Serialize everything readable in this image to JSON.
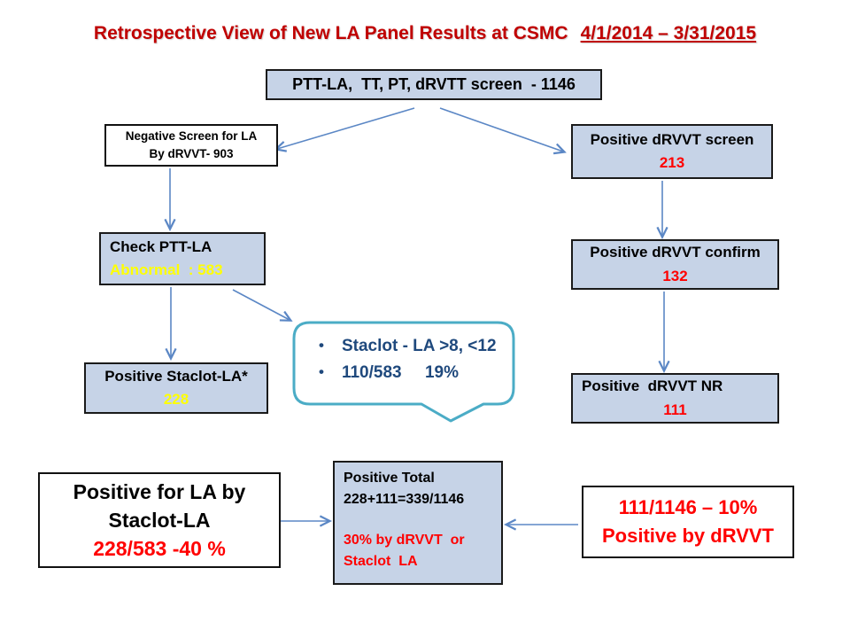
{
  "slide": {
    "title_main": "Retrospective View of New LA Panel Results at CSMC",
    "title_dates": "4/1/2014 – 3/31/2015"
  },
  "boxes": {
    "screen_total": {
      "label": "PTT-LA,  TT, PT, dRVTT screen  - 1146"
    },
    "negative_screen": {
      "line1": "Negative Screen for LA",
      "line2": "By dRVVT- 903"
    },
    "positive_drvvt_screen": {
      "label": "Positive dRVVT screen",
      "value": "213"
    },
    "check_ptt_la": {
      "label": "Check PTT-LA",
      "value": "Abnormal  : 583"
    },
    "positive_staclot": {
      "label": "Positive Staclot-LA*",
      "value": "228"
    },
    "positive_drvvt_confirm": {
      "label": "Positive dRVVT confirm",
      "value": "132"
    },
    "positive_drvvt_nr": {
      "label": "Positive  dRVVT NR",
      "value": "111"
    },
    "staclot_summary": {
      "line1": "Positive for LA by",
      "line2": "Staclot-LA",
      "value": "228/583 -40 %"
    },
    "total_summary": {
      "line1": "Positive Total",
      "line2": "228+111=339/1146",
      "line3": "30% by dRVVT  or",
      "line4": "Staclot  LA"
    },
    "drvvt_summary": {
      "line1": "111/1146 – 10%",
      "line2": "Positive by dRVVT"
    }
  },
  "callout": {
    "bullet1": "Staclot - LA >8, <12",
    "bullet2": "110/583     19%"
  },
  "colors": {
    "title_red": "#c00000",
    "value_red": "#ff0000",
    "value_yellow": "#ffff00",
    "box_fill_blue": "#c6d3e7",
    "box_border_dark": "#1a1a1a",
    "callout_border_teal": "#4bacc6",
    "callout_text_navy": "#1f497d",
    "arrow_blue": "#5b87c5"
  }
}
